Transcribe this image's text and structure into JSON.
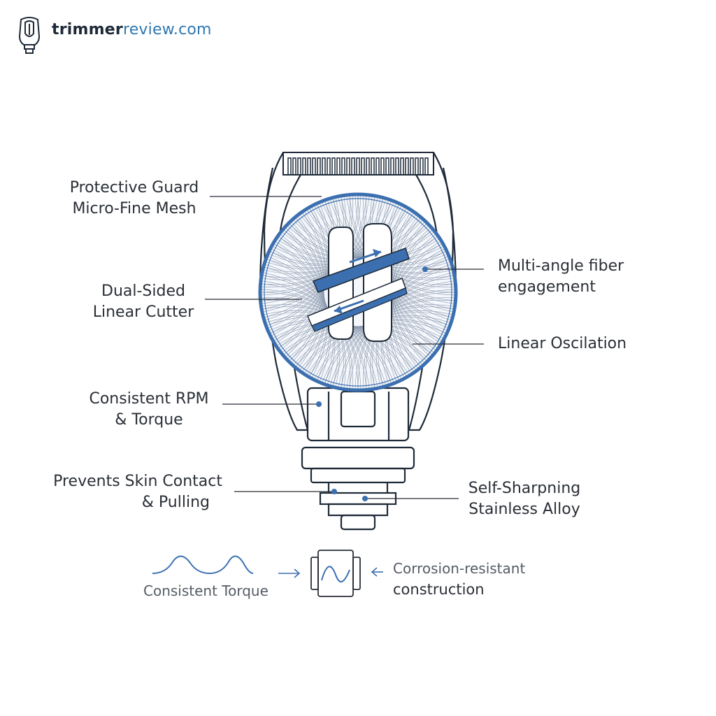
{
  "brand": {
    "name_part1": "trimmer",
    "name_part2": "review.com",
    "logo_icon": "trimmer-head-icon"
  },
  "callouts": {
    "protective_guard": [
      "Protective Guard",
      "Micro-Fine Mesh"
    ],
    "dual_sided": [
      "Dual-Sided",
      "Linear Cutter"
    ],
    "consistent_rpm": [
      "Consistent RPM",
      "& Torque"
    ],
    "prevents_skin": [
      "Prevents Skin Contact",
      "& Pulling"
    ],
    "multi_angle": [
      "Multi-angle fiber",
      "engagement"
    ],
    "linear_oscillation": [
      "Linear Oscilation"
    ],
    "self_sharpening": [
      "Self-Sharpning",
      "Stainless Alloy"
    ]
  },
  "footer": {
    "torque_label": "Consistent Torque",
    "corrosion_line1": "Corrosion-resistant",
    "corrosion_line2": "construction",
    "wave_icon": "torque-wave-icon",
    "oscillation_icon": "oscillation-box-icon"
  },
  "colors": {
    "accent": "#3b6fb0",
    "outline": "#1f2a38",
    "brand_blue": "#2f78b0"
  }
}
